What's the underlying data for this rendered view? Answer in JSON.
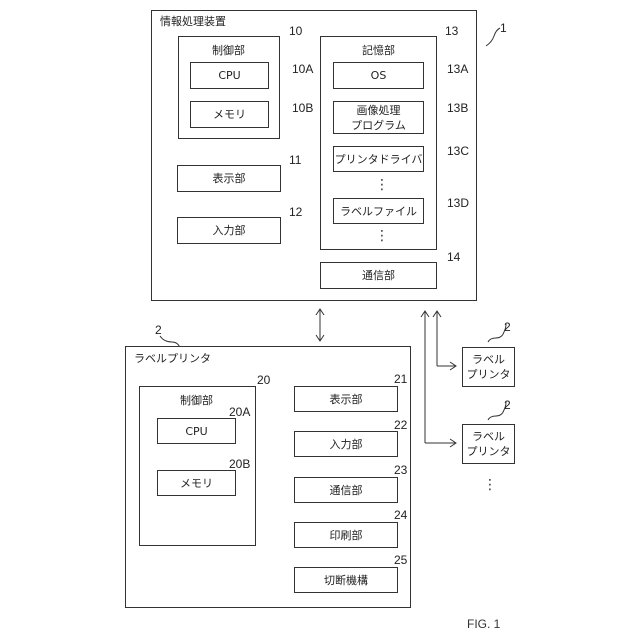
{
  "info_device": {
    "title": "情報処理装置",
    "ref": "1",
    "control": {
      "title": "制御部",
      "ref": "10",
      "cpu": {
        "label": "CPU",
        "ref": "10A"
      },
      "memory": {
        "label": "メモリ",
        "ref": "10B"
      }
    },
    "display": {
      "label": "表示部",
      "ref": "11"
    },
    "input": {
      "label": "入力部",
      "ref": "12"
    },
    "storage": {
      "title": "記憶部",
      "ref": "13",
      "os": {
        "label": "OS",
        "ref": "13A"
      },
      "image_prog": {
        "label_line1": "画像処理",
        "label_line2": "プログラム",
        "ref": "13B"
      },
      "driver": {
        "label": "プリンタドライバ",
        "ref": "13C"
      },
      "label_file": {
        "label": "ラベルファイル",
        "ref": "13D"
      },
      "ellipsis": "⋮"
    },
    "comm": {
      "label": "通信部",
      "ref": "14"
    }
  },
  "label_printer": {
    "title": "ラベルプリンタ",
    "ref": "2",
    "control": {
      "title": "制御部",
      "ref": "20",
      "cpu": {
        "label": "CPU",
        "ref": "20A"
      },
      "memory": {
        "label": "メモリ",
        "ref": "20B"
      }
    },
    "display": {
      "label": "表示部",
      "ref": "21"
    },
    "input": {
      "label": "入力部",
      "ref": "22"
    },
    "comm": {
      "label": "通信部",
      "ref": "23"
    },
    "print": {
      "label": "印刷部",
      "ref": "24"
    },
    "cutter": {
      "label": "切断機構",
      "ref": "25"
    }
  },
  "other_printers": [
    {
      "label_line1": "ラベル",
      "label_line2": "プリンタ",
      "ref": "2"
    },
    {
      "label_line1": "ラベル",
      "label_line2": "プリンタ",
      "ref": "2"
    }
  ],
  "more_ellipsis": "⋮",
  "figure_label": "FIG. 1"
}
